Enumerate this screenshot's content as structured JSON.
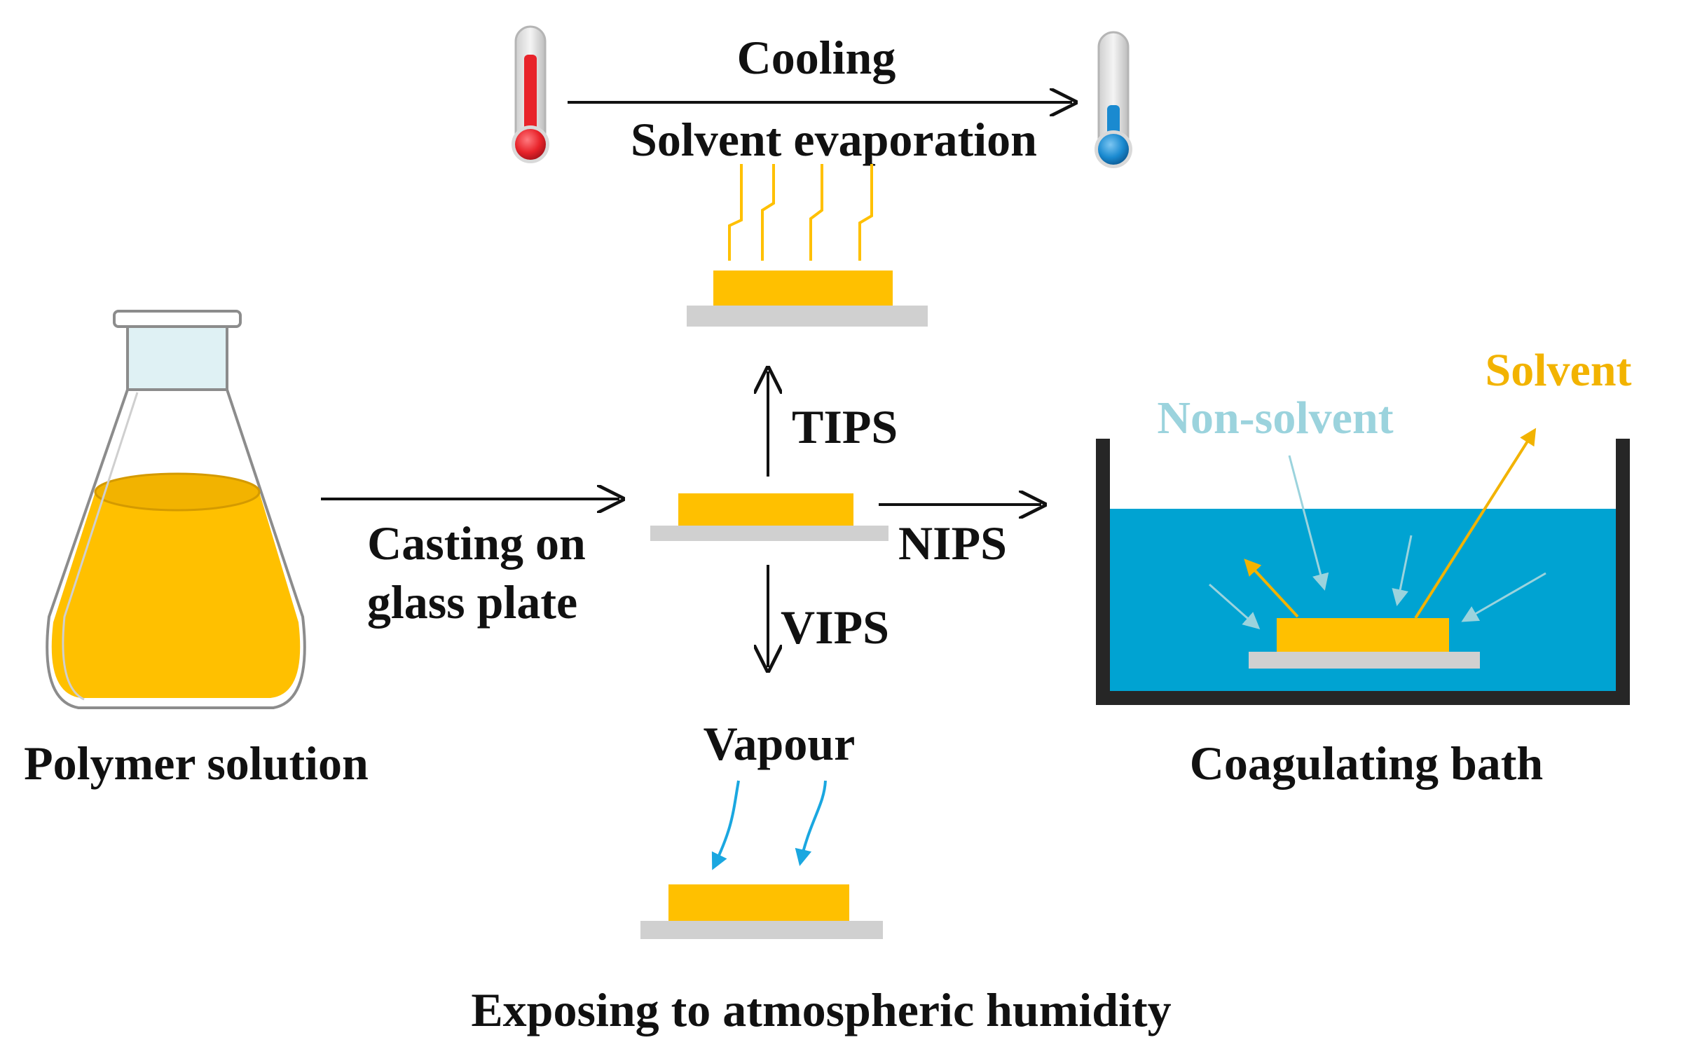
{
  "colors": {
    "film": "#FFC000",
    "plate": "#D0D0D0",
    "water": "#00A3D2",
    "bath_wall": "#262626",
    "non_solvent": "#9BD3DD",
    "solvent": "#F2B300",
    "vapour_arrow": "#1AA7E0",
    "thermometer_hot": "#E8232A",
    "thermometer_cold": "#1A8AD0",
    "text": "#111111"
  },
  "top": {
    "cooling_label": "Cooling",
    "evaporation_label": "Solvent evaporation",
    "hot_icon": "thermometer-hot-icon",
    "cold_icon": "thermometer-cold-icon"
  },
  "flask": {
    "caption": "Polymer solution",
    "icon": "erlenmeyer-flask-icon"
  },
  "casting": {
    "line1": "Casting on",
    "line2": "glass plate"
  },
  "methods": {
    "tips": "TIPS",
    "nips": "NIPS",
    "vips": "VIPS"
  },
  "bath": {
    "non_solvent_label": "Non-solvent",
    "solvent_label": "Solvent",
    "caption": "Coagulating bath"
  },
  "vapour": {
    "label": "Vapour",
    "caption": "Exposing to atmospheric humidity"
  }
}
